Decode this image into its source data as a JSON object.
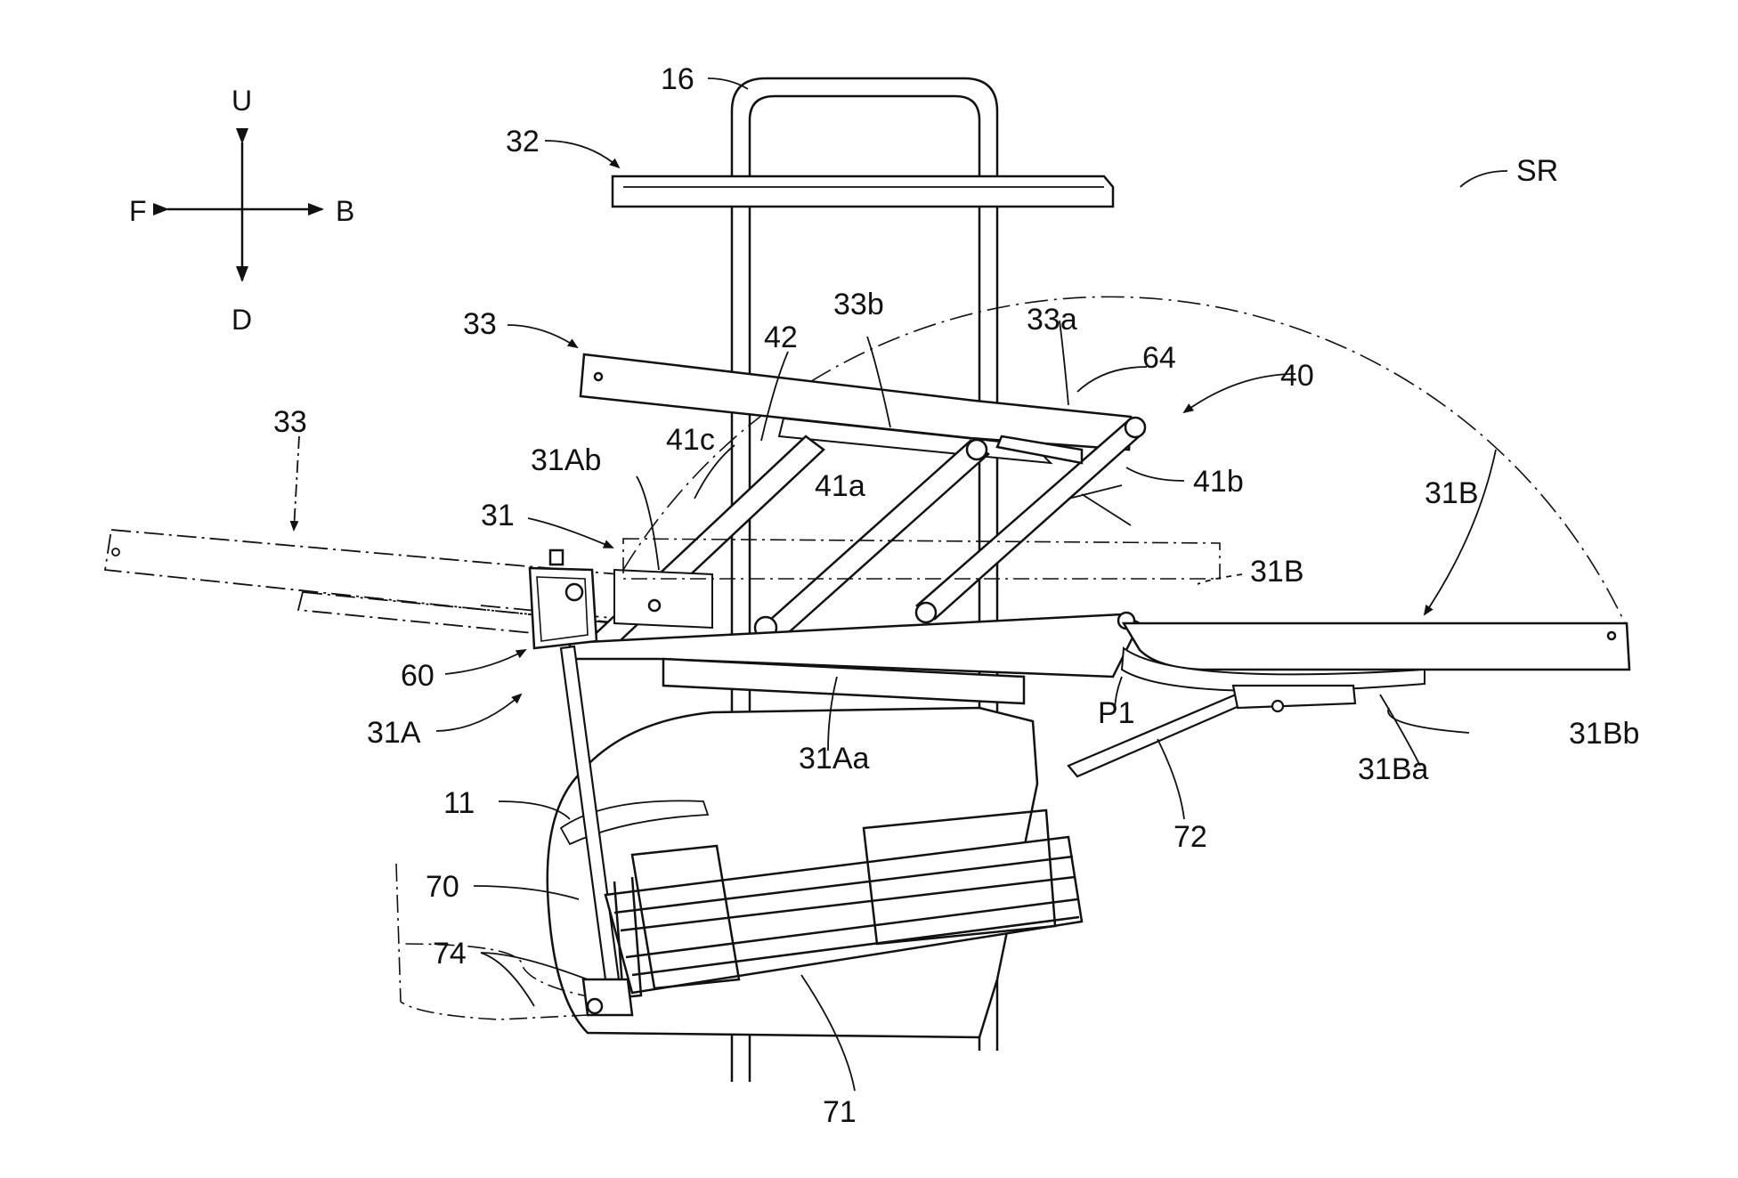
{
  "direction_indicator": {
    "up": "U",
    "down": "D",
    "front": "F",
    "back": "B"
  },
  "labels": {
    "handle": "16",
    "backrest": "32",
    "seat_folded": "33",
    "seat_extended": "33",
    "seat_front_part": "33b",
    "seat_rear_part": "33a",
    "link_pin": "42",
    "link_mechanism": "40",
    "lock_lever": "64",
    "link_rear_arm": "41b",
    "link_front_arm": "41c",
    "link_middle_arm": "41a",
    "front_base_side": "31Ab",
    "base_frame": "31",
    "rear_frame_upper": "31B",
    "rear_frame_folded": "31B",
    "arc": "SR",
    "latch": "60",
    "front_frame": "31A",
    "front_frame_arm": "31Aa",
    "pivot": "P1",
    "rear_frame_arm": "31Ba",
    "rear_frame_end": "31Bb",
    "body": "11",
    "stay": "72",
    "basket": "70",
    "basket_frame": "71",
    "hook": "74"
  }
}
